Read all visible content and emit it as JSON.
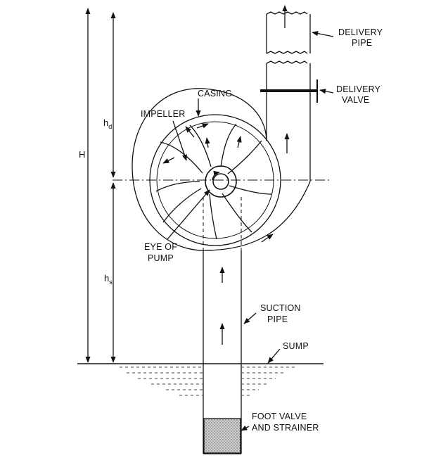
{
  "labels": {
    "delivery_pipe_1": "DELIVERY",
    "delivery_pipe_2": "PIPE",
    "delivery_valve_1": "DELIVERY",
    "delivery_valve_2": "VALVE",
    "casing": "CASING",
    "impeller": "IMPELLER",
    "eye_1": "EYE OF",
    "eye_2": "PUMP",
    "suction_1": "SUCTION",
    "suction_2": "PIPE",
    "sump": "SUMP",
    "foot_1": "FOOT VALVE",
    "foot_2": "AND STRAINER"
  },
  "dimensions": {
    "total_head": "H",
    "delivery_head_symbol": "h",
    "delivery_head_sub": "d",
    "suction_head_symbol": "h",
    "suction_head_sub": "s"
  },
  "colors": {
    "ink": "#111111",
    "hatch": "#555555",
    "strainer": "#c8c8c8"
  }
}
